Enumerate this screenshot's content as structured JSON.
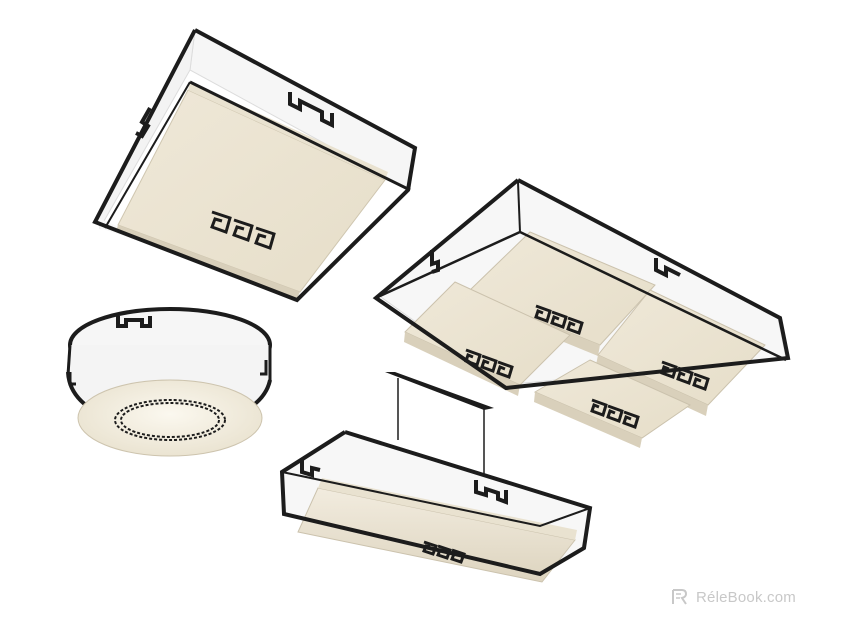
{
  "watermark": {
    "text": "RéleBook.com"
  },
  "colors": {
    "frame": "#1c1c1c",
    "shade_face": "#efe9dc",
    "shade_side": "#e3dccb",
    "glass": "#f7f7f7",
    "glass_edge": "#d9d9d9",
    "motif": "#1c1c1c",
    "watermark": "#c8c8c8"
  },
  "fixtures": [
    {
      "name": "square-ceiling-lamp"
    },
    {
      "name": "four-box-ceiling-lamp"
    },
    {
      "name": "round-ceiling-lamp"
    },
    {
      "name": "linear-pendant-lamp"
    }
  ]
}
